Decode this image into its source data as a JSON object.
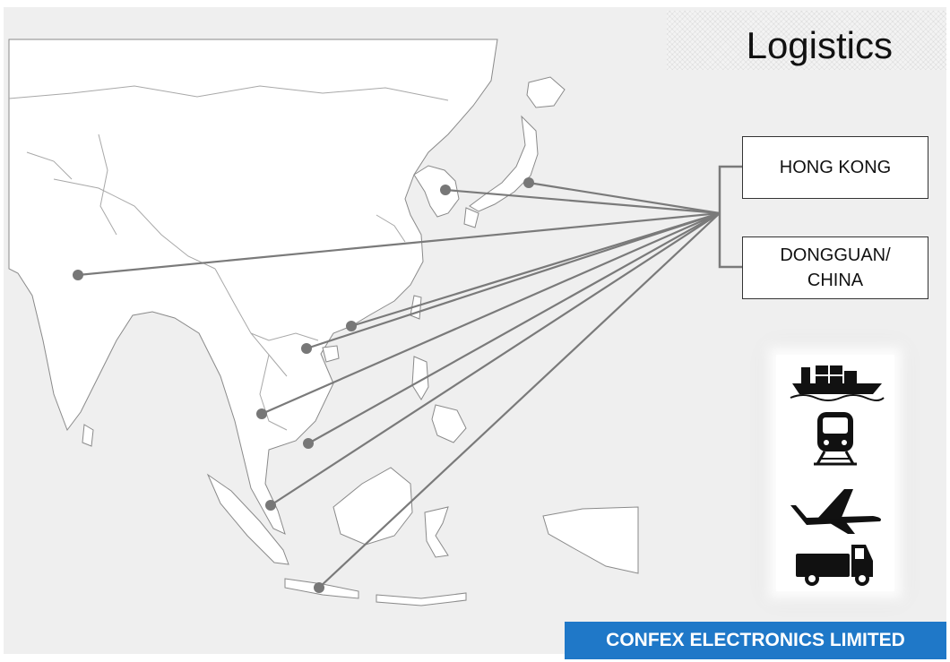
{
  "title": "Logistics",
  "hubs": {
    "hong_kong": "HONG KONG",
    "dongguan_line1": "DONGGUAN/",
    "dongguan_line2": "CHINA"
  },
  "transport_icons": [
    "cargo-ship-icon",
    "train-icon",
    "airplane-icon",
    "truck-icon"
  ],
  "footer": "CONFEX ELECTRONICS LIMITED",
  "colors": {
    "background": "#efefef",
    "land": "#ffffff",
    "route_line": "#7a7a7a",
    "marker": "#777777",
    "footer_bar": "#1f78c8"
  }
}
